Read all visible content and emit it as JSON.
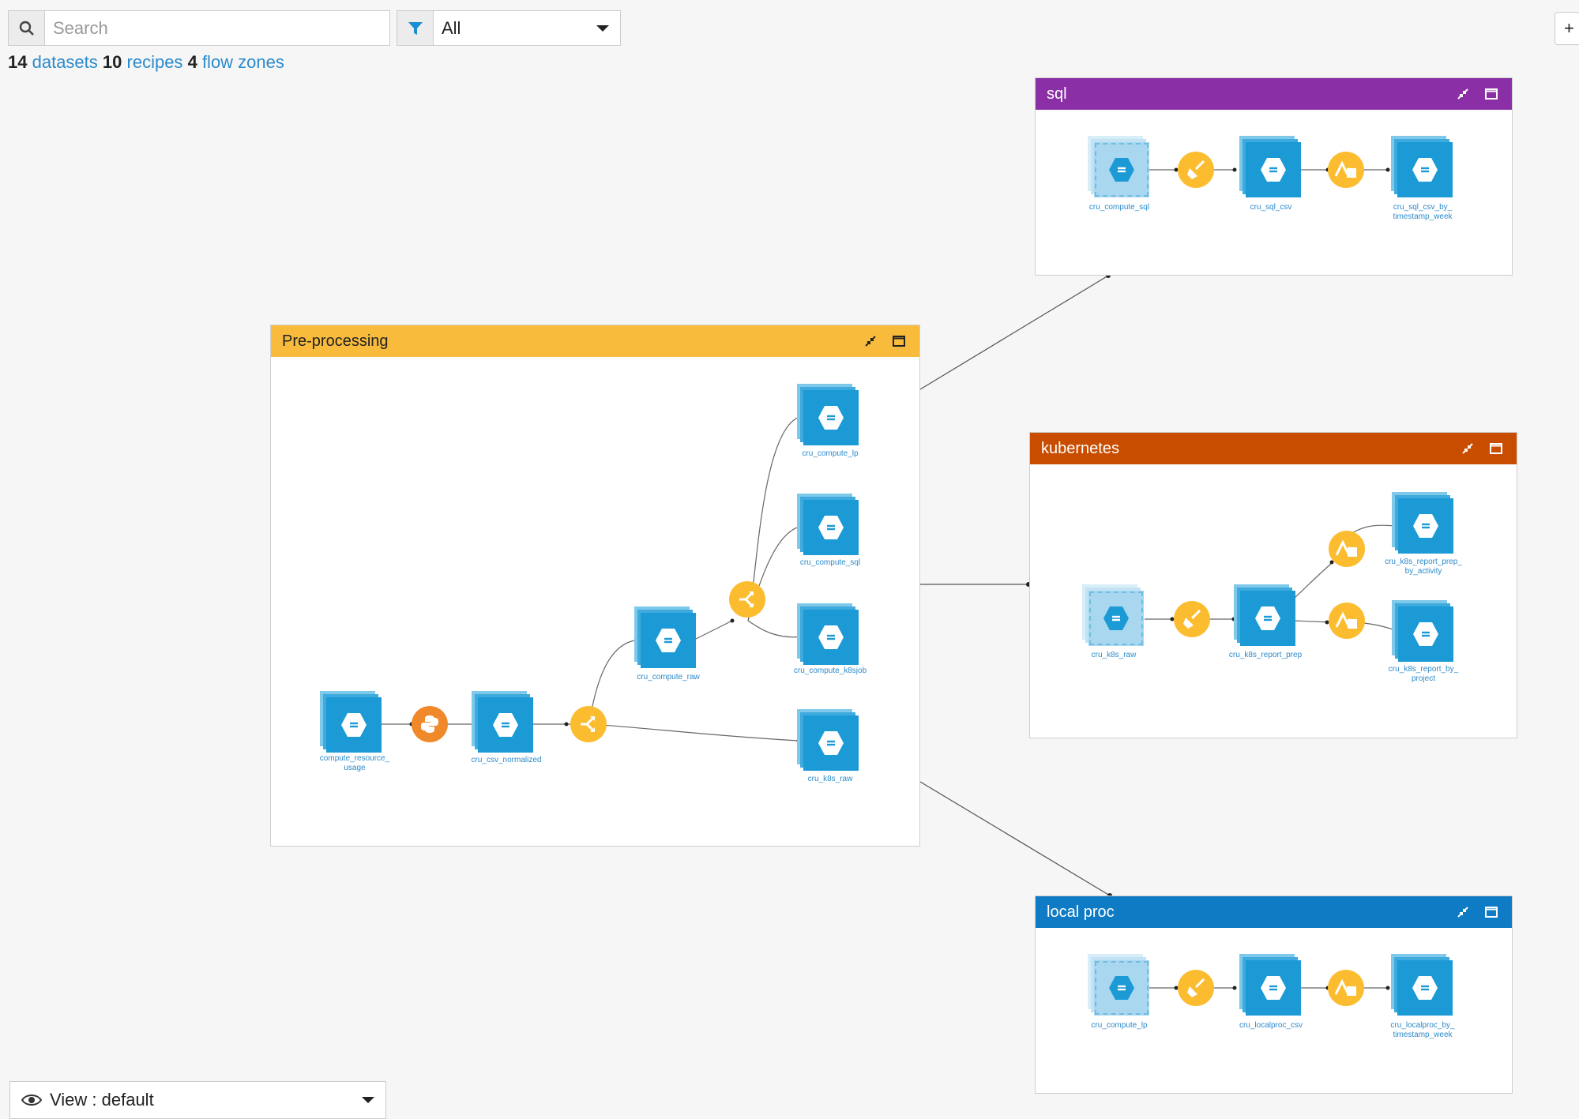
{
  "search": {
    "placeholder": "Search"
  },
  "filter": {
    "value": "All"
  },
  "plus": "+",
  "summary": {
    "datasets_count": "14",
    "datasets_label": "datasets",
    "recipes_count": "10",
    "recipes_label": "recipes",
    "zones_count": "4",
    "zones_label": "flow zones"
  },
  "view": {
    "label": "View : default"
  },
  "colors": {
    "sql": "#8b2fa6",
    "kubernetes": "#c84d00",
    "preprocessing": "#f8bb3c",
    "localproc": "#0e7bc4",
    "dataset": "#1b9ad6",
    "recipe": "#fbbc30",
    "python_recipe": "#f0892a"
  },
  "zones": {
    "sql": {
      "title": "sql",
      "nodes": [
        "cru_compute_sql",
        "cru_sql_csv",
        "cru_sql_csv_by_\ntimestamp_week"
      ],
      "recipes": [
        "prepare-icon",
        "window-icon"
      ]
    },
    "preprocessing": {
      "title": "Pre-processing",
      "nodes": [
        "compute_resource_\nusage",
        "cru_csv_normalized",
        "cru_compute_raw",
        "cru_compute_lp",
        "cru_compute_sql",
        "cru_compute_k8sjob",
        "cru_k8s_raw"
      ],
      "recipes": [
        "python-icon",
        "split-icon",
        "split-icon"
      ]
    },
    "kubernetes": {
      "title": "kubernetes",
      "nodes": [
        "cru_k8s_raw",
        "cru_k8s_report_prep",
        "cru_k8s_report_prep_\nby_activity",
        "cru_k8s_report_by_\nproject"
      ],
      "recipes": [
        "prepare-icon",
        "window-icon",
        "window-icon"
      ]
    },
    "localproc": {
      "title": "local proc",
      "nodes": [
        "cru_compute_lp",
        "cru_localproc_csv",
        "cru_localproc_by_\ntimestamp_week"
      ],
      "recipes": [
        "prepare-icon",
        "window-icon"
      ]
    }
  }
}
